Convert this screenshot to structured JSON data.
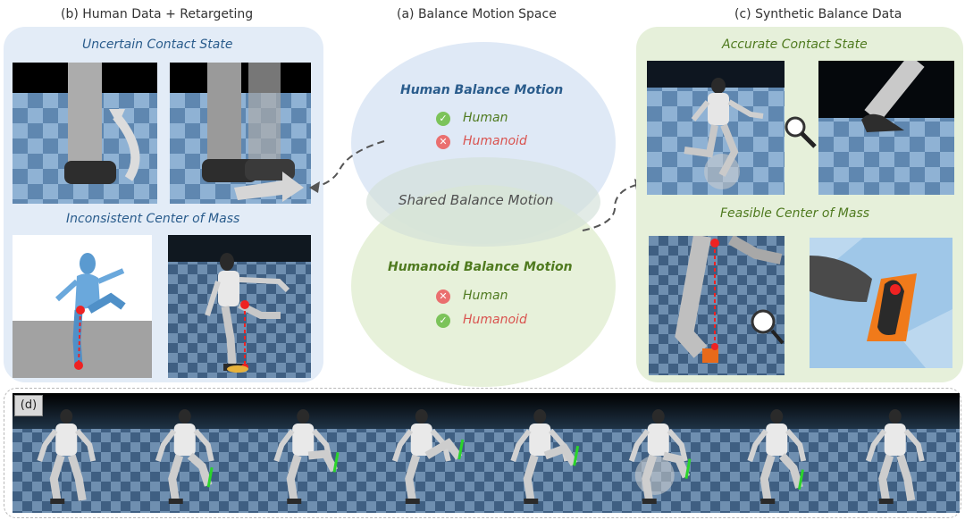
{
  "titles": {
    "b": "(b) Human Data + Retargeting",
    "a": "(a) Balance Motion Space",
    "c": "(c) Synthetic Balance Data"
  },
  "panel_b": {
    "subtitle_top": "Uncertain Contact State",
    "subtitle_bottom": "Inconsistent Center of Mass"
  },
  "panel_c": {
    "subtitle_top": "Accurate Contact State",
    "subtitle_bottom": "Feasible Center of Mass"
  },
  "venn": {
    "top_title": "Human Balance Motion",
    "top_items": [
      {
        "label": "Human",
        "status": "check"
      },
      {
        "label": "Humanoid",
        "status": "cross"
      }
    ],
    "shared": "Shared Balance Motion",
    "bottom_title": "Humanoid Balance Motion",
    "bottom_items": [
      {
        "label": "Human",
        "status": "cross"
      },
      {
        "label": "Humanoid",
        "status": "check"
      }
    ]
  },
  "panel_d": {
    "label": "(d)",
    "frame_count": 8
  },
  "colors": {
    "blue_title": "#2a5c8c",
    "green_title": "#4f7a1f",
    "check": "#7cc35a",
    "cross": "#ea6f6f",
    "human_italic": "#4f7a1f",
    "humanoid_italic": "#d9534f"
  },
  "icons": [
    "check-icon",
    "cross-icon",
    "magnifier-icon",
    "arrow-icon"
  ]
}
